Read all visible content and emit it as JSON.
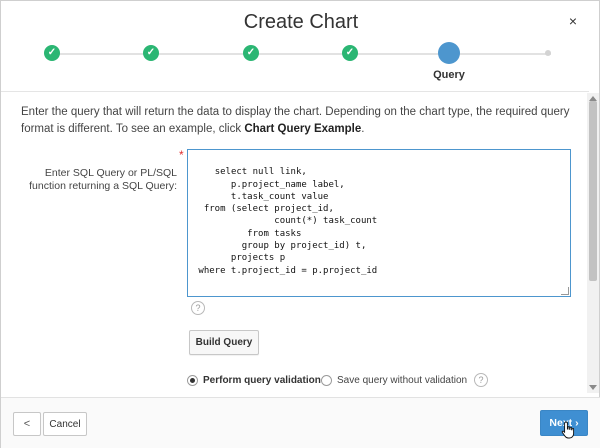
{
  "dialog": {
    "title": "Create Chart",
    "close_symbol": "×"
  },
  "wizard": {
    "completed_symbol": "✓",
    "current_label": "Query"
  },
  "intro": {
    "text": "Enter the query that will return the data to display the chart. Depending on the chart type, the required query format is different. To see an example, click",
    "link_text": "Chart Query Example",
    "trailing": "."
  },
  "query": {
    "label": "Enter SQL Query or PL/SQL function returning a SQL Query:",
    "required_marker": "*",
    "value": "select null link,\n       p.project_name label,\n       t.task_count value\n  from (select project_id,\n               count(*) task_count\n          from tasks\n         group by project_id) t,\n       projects p\n where t.project_id = p.project_id",
    "help_symbol": "?"
  },
  "build_query": {
    "label": "Build Query"
  },
  "validation": {
    "option_validate": "Perform query validation",
    "option_skip": "Save query without validation",
    "selected": "option_validate",
    "help_symbol": "?"
  },
  "footer": {
    "back_symbol": "<",
    "cancel_label": "Cancel",
    "next_label": "Next",
    "next_symbol": "›"
  },
  "colors": {
    "step_done": "#2bb673",
    "step_current": "#4d96ce",
    "primary_button": "#3f8fd2",
    "required": "#e03030"
  }
}
